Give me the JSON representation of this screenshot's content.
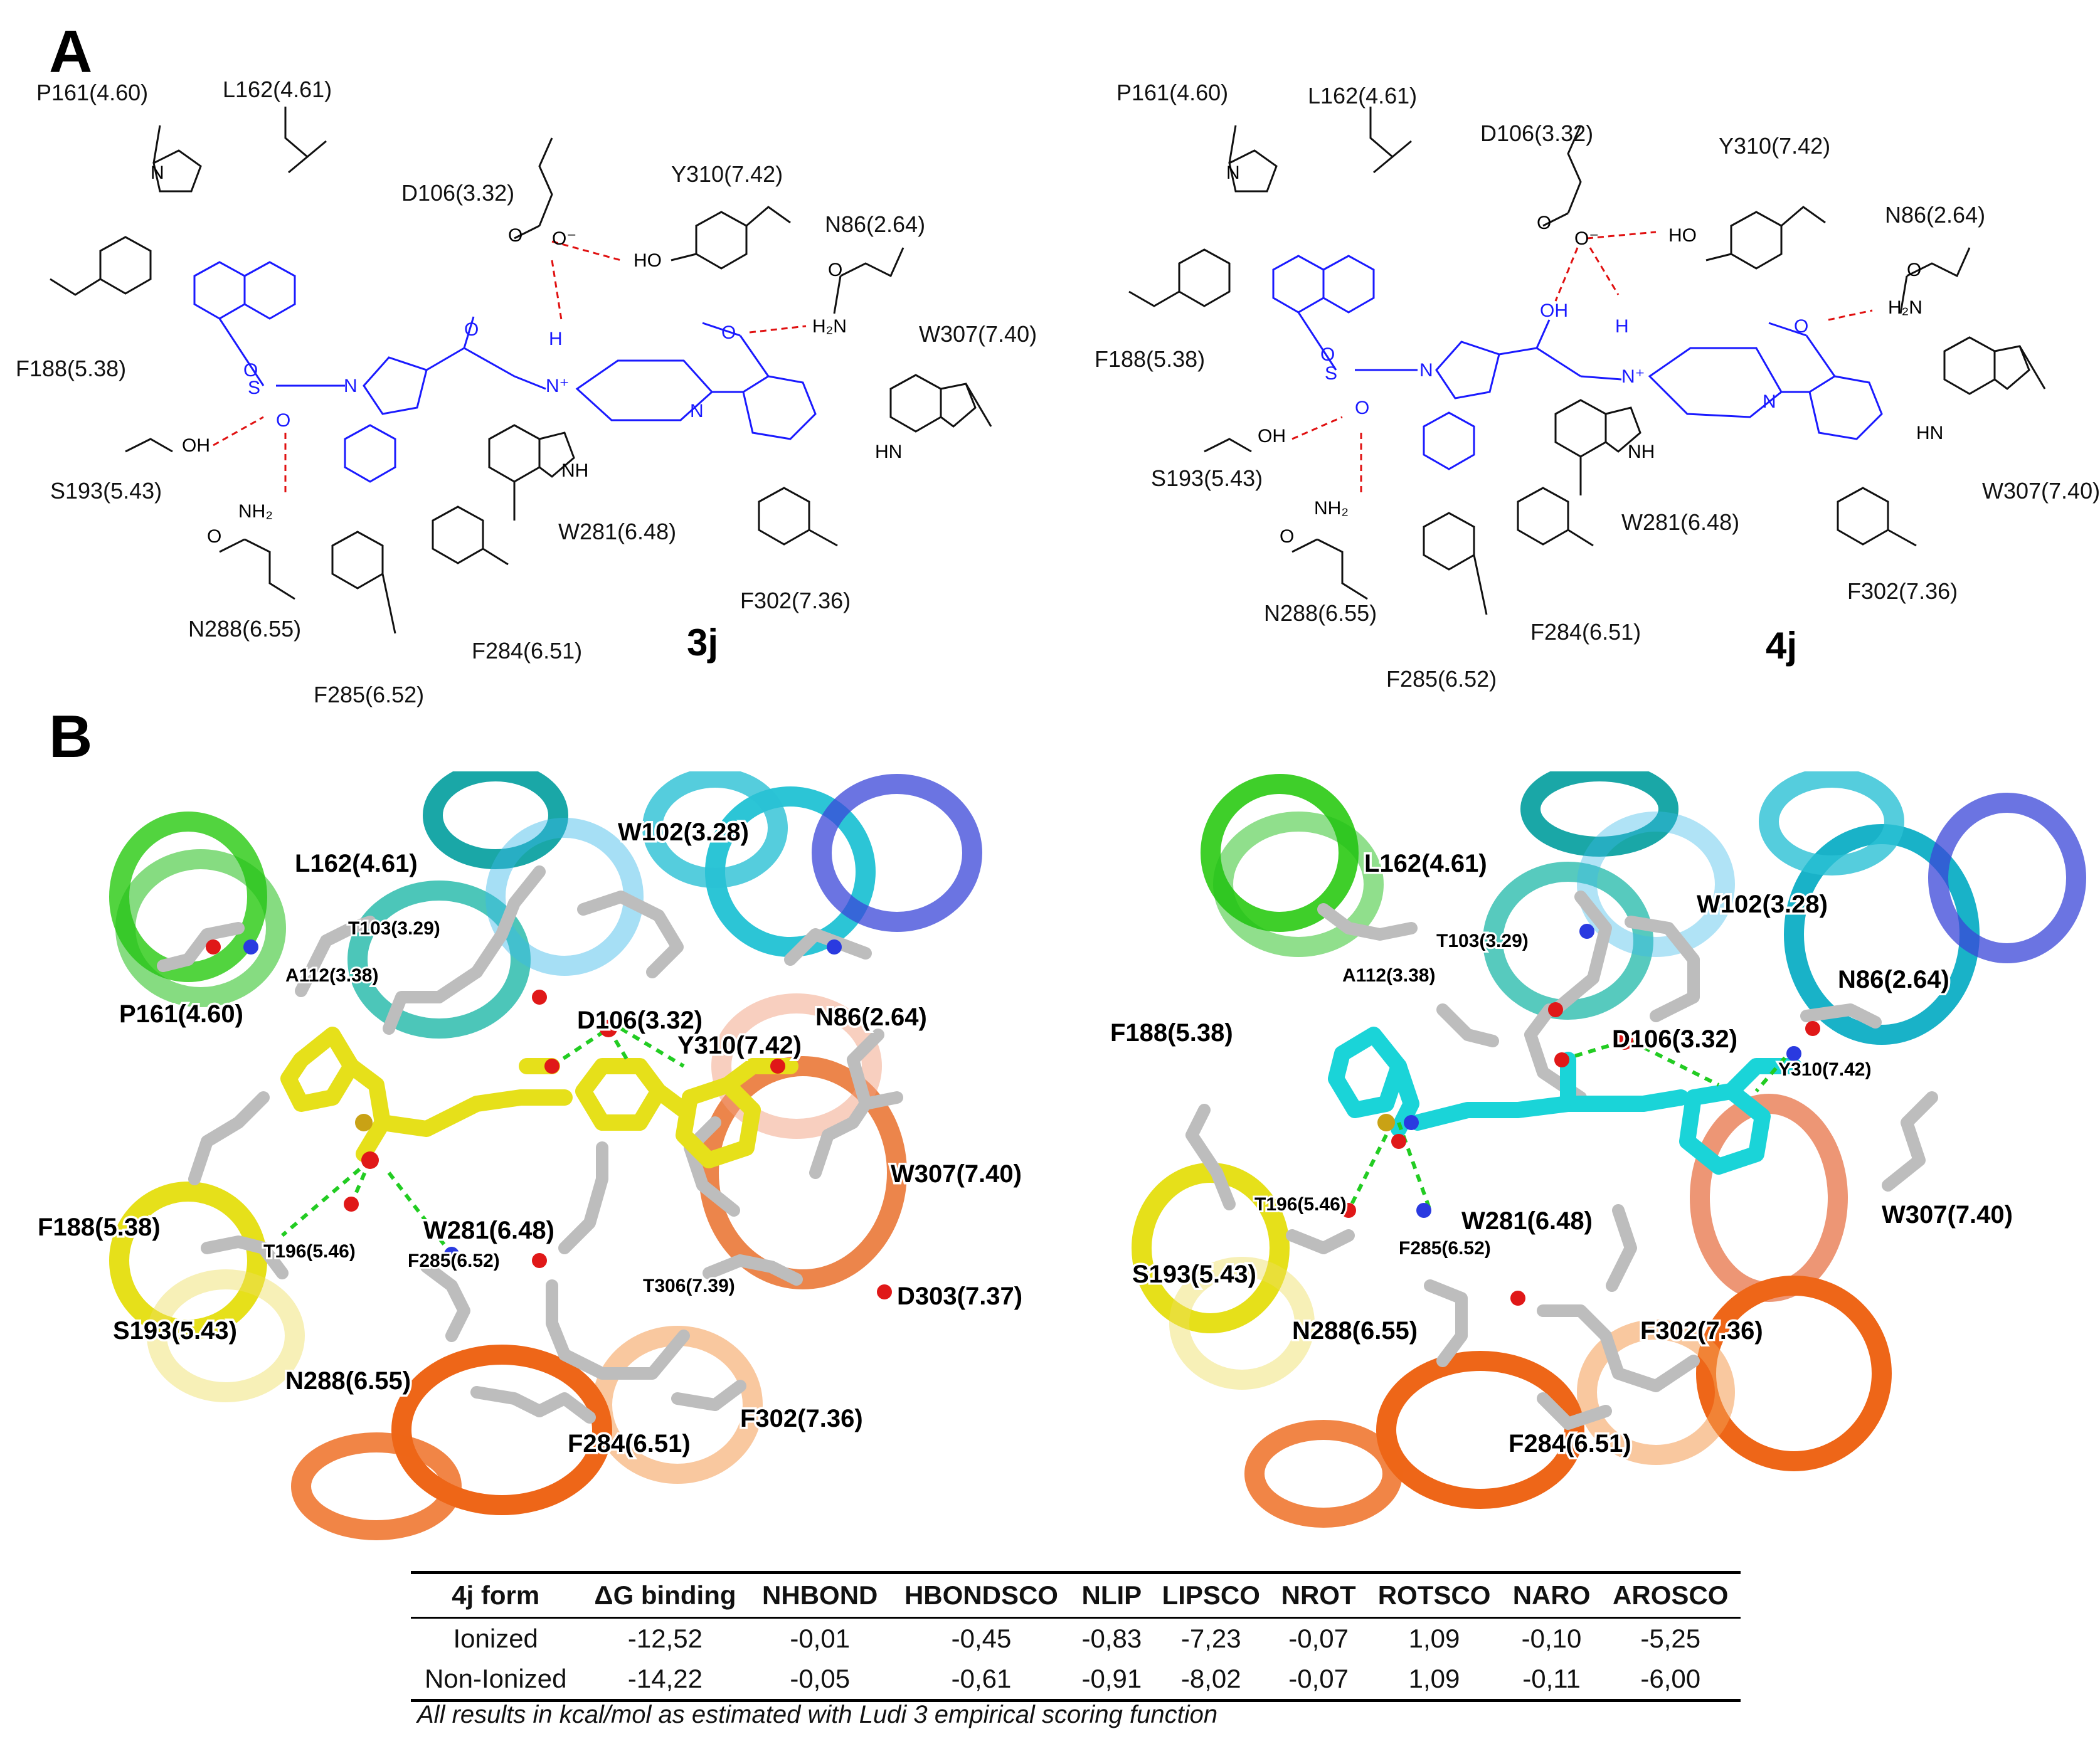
{
  "panels": {
    "a_label": "A",
    "b_label": "B"
  },
  "compounds": {
    "left": "3j",
    "right": "4j"
  },
  "residues_a_left": {
    "P161": "P161(4.60)",
    "L162": "L162(4.61)",
    "D106": "D106(3.32)",
    "Y310": "Y310(7.42)",
    "N86": "N86(2.64)",
    "W307": "W307(7.40)",
    "F188": "F188(5.38)",
    "S193": "S193(5.43)",
    "N288": "N288(6.55)",
    "F285": "F285(6.52)",
    "F284": "F284(6.51)",
    "W281": "W281(6.48)",
    "F302": "F302(7.36)"
  },
  "residues_a_right": {
    "P161": "P161(4.60)",
    "L162": "L162(4.61)",
    "D106": "D106(3.32)",
    "Y310": "Y310(7.42)",
    "N86": "N86(2.64)",
    "W307": "W307(7.40)",
    "F188": "F188(5.38)",
    "S193": "S193(5.43)",
    "N288": "N288(6.55)",
    "F285": "F285(6.52)",
    "F284": "F284(6.51)",
    "W281": "W281(6.48)",
    "F302": "F302(7.36)"
  },
  "residues_b_left": {
    "L162": "L162(4.61)",
    "W102": "W102(3.28)",
    "T103": "T103(3.29)",
    "A112": "A112(3.38)",
    "P161": "P161(4.60)",
    "D106": "D106(3.32)",
    "N86": "N86(2.64)",
    "Y310": "Y310(7.42)",
    "W307": "W307(7.40)",
    "F188": "F188(5.38)",
    "W281": "W281(6.48)",
    "T196": "T196(5.46)",
    "F285": "F285(6.52)",
    "T306": "T306(7.39)",
    "D303": "D303(7.37)",
    "S193": "S193(5.43)",
    "N288": "N288(6.55)",
    "F302": "F302(7.36)",
    "F284": "F284(6.51)"
  },
  "residues_b_right": {
    "L162": "L162(4.61)",
    "W102": "W102(3.28)",
    "T103": "T103(3.29)",
    "A112": "A112(3.38)",
    "N86": "N86(2.64)",
    "F188": "F188(5.38)",
    "D106": "D106(3.32)",
    "Y310": "Y310(7.42)",
    "T196": "T196(5.46)",
    "W281": "W281(6.48)",
    "W307": "W307(7.40)",
    "F285": "F285(6.52)",
    "S193": "S193(5.43)",
    "F302": "F302(7.36)",
    "N288": "N288(6.55)",
    "F284": "F284(6.51)"
  },
  "table": {
    "headers": [
      "4j form",
      "ΔG binding",
      "NHBOND",
      "HBONDSCO",
      "NLIP",
      "LIPSCO",
      "NROT",
      "ROTSCO",
      "NARO",
      "AROSCO"
    ],
    "rows": [
      [
        "Ionized",
        "-12,52",
        "-0,01",
        "-0,45",
        "-0,83",
        "-7,23",
        "-0,07",
        "1,09",
        "-0,10",
        "-5,25"
      ],
      [
        "Non-Ionized",
        "-14,22",
        "-0,05",
        "-0,61",
        "-0,91",
        "-8,02",
        "-0,07",
        "1,09",
        "-0,11",
        "-6,00"
      ]
    ],
    "caption": "All results in kcal/mol as estimated with Ludi 3 empirical scoring function"
  }
}
